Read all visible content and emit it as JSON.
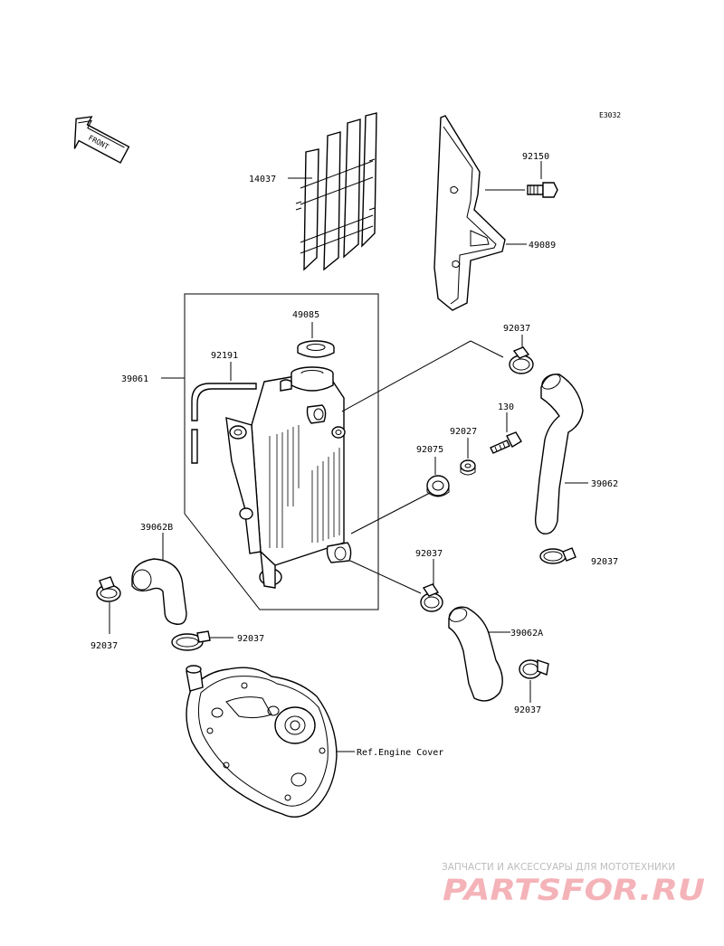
{
  "diagram": {
    "code": "E3032",
    "front_label": "FRONT",
    "labels": {
      "p14037": "14037",
      "p92150": "92150",
      "p49089": "49089",
      "p49085": "49085",
      "p92191": "92191",
      "p39061": "39061",
      "p92037_top": "92037",
      "p130": "130",
      "p92027": "92027",
      "p92075": "92075",
      "p39062": "39062",
      "p92037_right": "92037",
      "p92037_mid": "92037",
      "p39062A": "39062A",
      "p92037_lower_right": "92037",
      "p39062B": "39062B",
      "p92037_left": "92037",
      "p92037_center": "92037",
      "ref_engine_cover": "Ref.Engine Cover"
    }
  },
  "watermark": {
    "tagline": "ЗАПЧАСТИ И АКСЕССУАРЫ ДЛЯ МОТОТЕХНИКИ",
    "logo": "PARTSFOR.RU"
  }
}
